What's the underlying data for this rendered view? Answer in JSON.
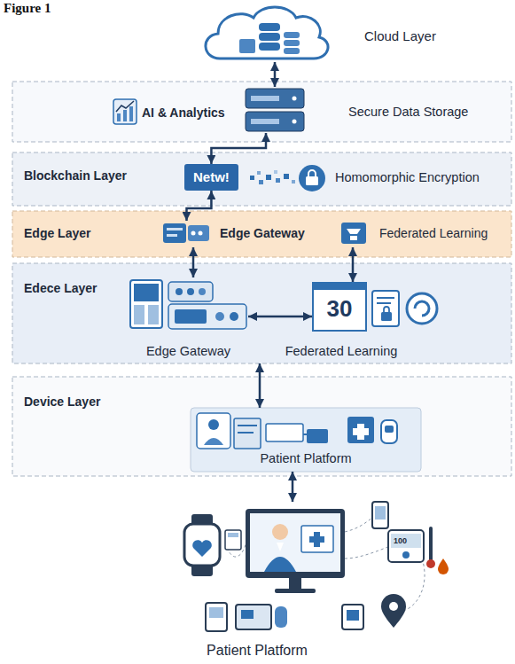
{
  "diagram": {
    "title": "Figure 1",
    "nodes": [
      {
        "text": [
          "Cloud Layer"
        ]
      },
      {
        "text": [
          "Secure Data Storage"
        ]
      },
      {
        "text": [
          "Blockchain Layer"
        ]
      },
      {
        "text": [
          "Netw!"
        ],
        "in": 2
      },
      {
        "text": [
          "Edge Layer"
        ]
      },
      {
        "text": [
          "Edge Gateway"
        ],
        "in": 4
      },
      {
        "text": [
          "Federated Learning"
        ],
        "in": 4
      },
      {
        "text": [
          "Edece Layer"
        ]
      },
      {
        "text": [
          "Edge Gateway"
        ],
        "in": 7
      },
      {
        "text": [
          "30",
          "Federated Learning"
        ],
        "in": 7
      },
      {
        "text": [
          "Device Layer"
        ]
      },
      {
        "text": [
          "Patient Platform"
        ],
        "in": 10
      },
      {
        "text": [
          "Patient Platform"
        ]
      }
    ],
    "edges": [
      {
        "from": 0,
        "to": 1,
        "arrow": "both"
      },
      {
        "from": 1,
        "to": 3,
        "arrow": "both"
      },
      {
        "from": 3,
        "to": 5,
        "arrow": "both"
      },
      {
        "from": 5,
        "to": 8,
        "arrow": "both"
      },
      {
        "from": 6,
        "to": 9,
        "arrow": "both"
      },
      {
        "from": 8,
        "to": 9,
        "arrow": "both"
      },
      {
        "from": 7,
        "to": 11,
        "arrow": "both"
      },
      {
        "from": 11,
        "to": 12,
        "arrow": "both"
      }
    ],
    "labels": [
      "AI & Analytics",
      "Homomorphic Encryption",
      "100"
    ]
  }
}
